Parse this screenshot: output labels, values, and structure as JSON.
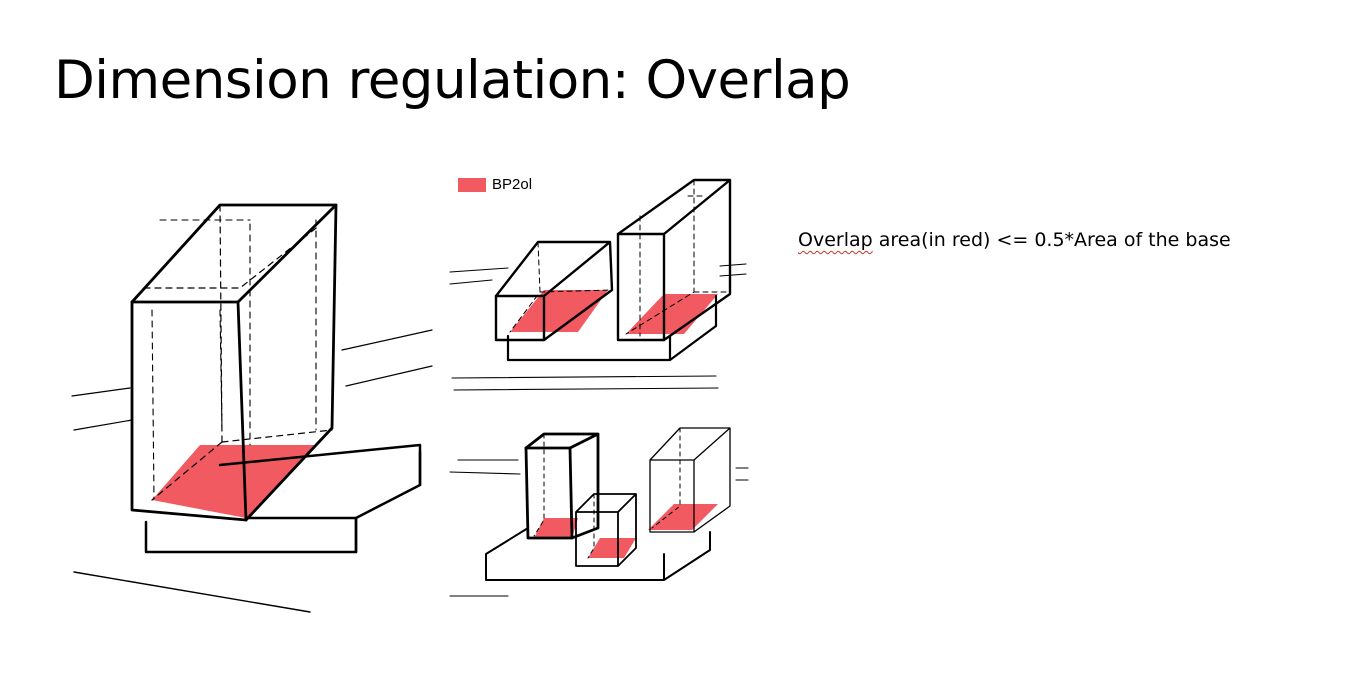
{
  "slide": {
    "title": "Dimension regulation: Overlap"
  },
  "legend": {
    "label": "BP2ol",
    "color": "#f25a62"
  },
  "rule": {
    "word1": "Overlap",
    "rest": " area(in red) <= 0.5*Area of the base"
  },
  "colors": {
    "overlap_fill": "#f25a62",
    "ink": "#000000"
  }
}
